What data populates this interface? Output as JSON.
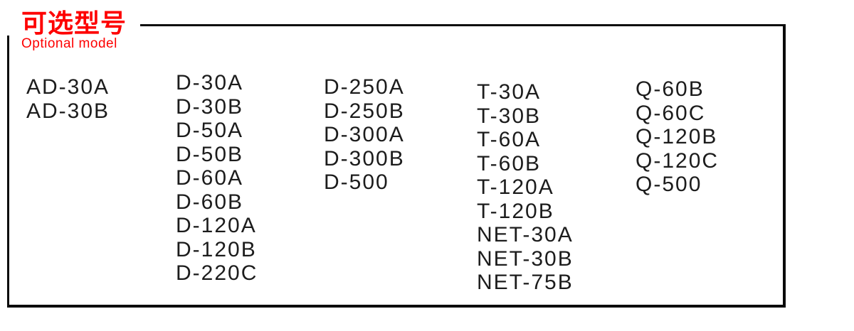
{
  "header": {
    "title": "可选型号",
    "subtitle": "Optional model"
  },
  "colors": {
    "accent_red": "#fe0000",
    "text": "#1c1c1c",
    "border": "#0a0a0a"
  },
  "model_columns": [
    {
      "models": [
        "AD-30A",
        "AD-30B"
      ]
    },
    {
      "models": [
        "D-30A",
        "D-30B",
        "D-50A",
        "D-50B",
        "D-60A",
        "D-60B",
        "D-120A",
        "D-120B",
        "D-220C"
      ]
    },
    {
      "models": [
        "D-250A",
        "D-250B",
        "D-300A",
        "D-300B",
        "D-500"
      ]
    },
    {
      "models": [
        "T-30A",
        "T-30B",
        "T-60A",
        "T-60B",
        "T-120A",
        "T-120B",
        "NET-30A",
        "NET-30B",
        "NET-75B"
      ]
    },
    {
      "models": [
        "Q-60B",
        "Q-60C",
        "Q-120B",
        "Q-120C",
        "Q-500"
      ]
    }
  ]
}
